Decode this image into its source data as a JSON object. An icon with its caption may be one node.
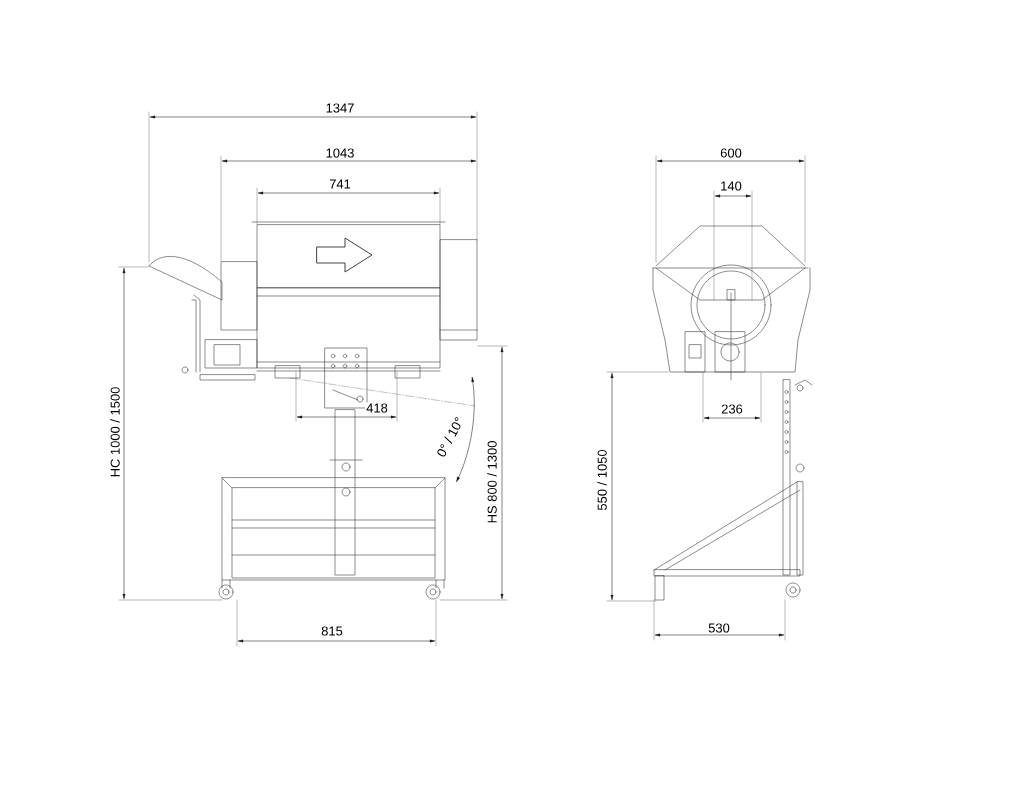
{
  "diagram": {
    "labels": [
      "1347",
      "1043",
      "600",
      "741",
      "140",
      "418",
      "236",
      "0° / 10°",
      "HC 1000 / 1500",
      "HS 800 / 1300",
      "550 / 1050",
      "815",
      "530"
    ]
  }
}
